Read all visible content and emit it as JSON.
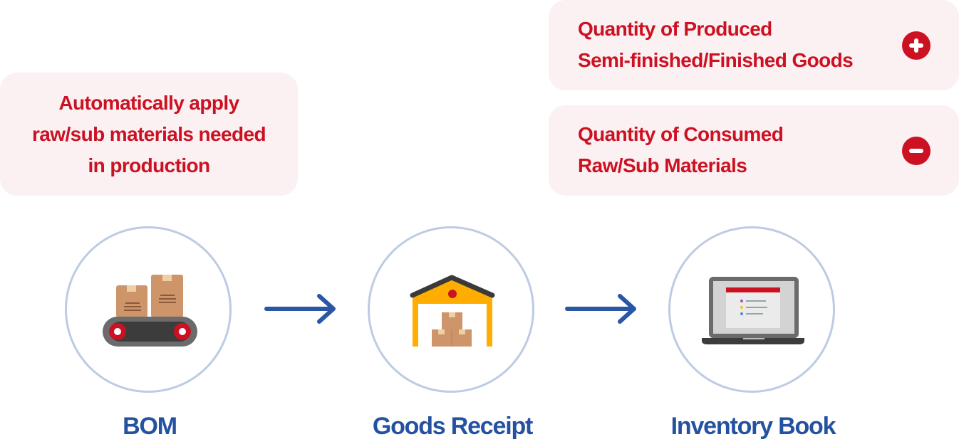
{
  "callouts": {
    "bom_note": [
      "Automatically apply",
      "raw/sub materials needed",
      "in production"
    ],
    "produced": {
      "lines": [
        "Quantity of Produced",
        "Semi-finished/Finished Goods"
      ],
      "sign_icon": "plus-circle-icon"
    },
    "consumed": {
      "lines": [
        "Quantity of Consumed",
        "Raw/Sub Materials"
      ],
      "sign_icon": "minus-circle-icon"
    }
  },
  "steps": [
    {
      "label": "BOM",
      "icon": "conveyor-belt-boxes-icon"
    },
    {
      "label": "Goods Receipt",
      "icon": "warehouse-icon"
    },
    {
      "label": "Inventory Book",
      "icon": "laptop-list-icon"
    }
  ],
  "colors": {
    "accent_red": "#cc1122",
    "callout_bg": "#fbf0f2",
    "label_blue": "#2452a0",
    "arrow_blue": "#2a56a5",
    "circle_border": "#bdcbe3"
  }
}
